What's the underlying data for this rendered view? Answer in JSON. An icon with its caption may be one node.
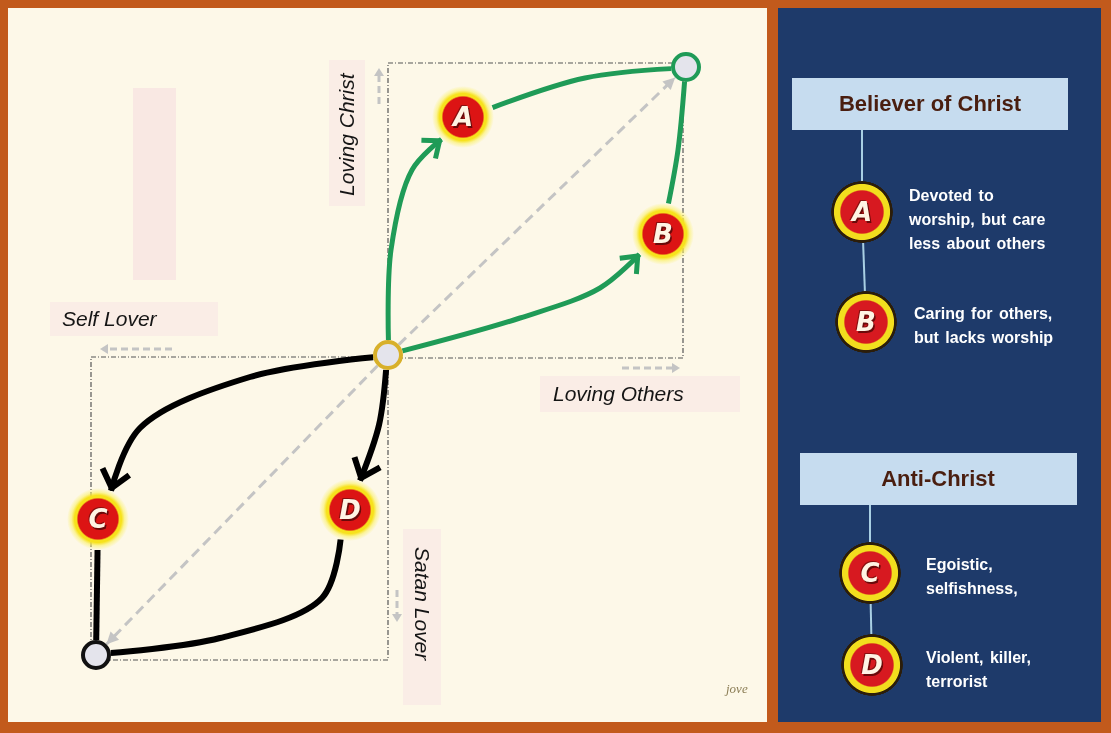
{
  "diagram": {
    "nodes": [
      {
        "text": [],
        "shape": "circle"
      },
      {
        "text": [
          "A"
        ]
      },
      {
        "text": [
          "B"
        ]
      },
      {
        "text": [],
        "shape": "circle"
      },
      {
        "text": [
          "C"
        ]
      },
      {
        "text": [
          "D"
        ]
      },
      {
        "text": [],
        "shape": "circle"
      },
      {
        "text": [
          "Believer of Christ"
        ]
      },
      {
        "text": [
          "A"
        ],
        "beside": [
          "Devoted to worship, but care less about others"
        ]
      },
      {
        "text": [
          "B"
        ],
        "beside": [
          "Caring for others, but lacks worship"
        ]
      },
      {
        "text": [
          "Anti-Christ"
        ]
      },
      {
        "text": [
          "C"
        ],
        "beside": [
          "Egoistic, selfishness,"
        ]
      },
      {
        "text": [
          "D"
        ],
        "beside": [
          "Violent, killer, terrorist"
        ]
      }
    ],
    "edges": [
      {
        "from": 0,
        "to": 1,
        "arrow": "to",
        "color": "#1f9b57"
      },
      {
        "from": 1,
        "to": 3,
        "arrow": "none",
        "color": "#1f9b57"
      },
      {
        "from": 0,
        "to": 2,
        "arrow": "to",
        "color": "#1f9b57"
      },
      {
        "from": 2,
        "to": 3,
        "arrow": "none",
        "color": "#1f9b57"
      },
      {
        "from": 0,
        "to": 4,
        "arrow": "to",
        "color": "#000000"
      },
      {
        "from": 4,
        "to": 6,
        "arrow": "none",
        "color": "#000000"
      },
      {
        "from": 0,
        "to": 5,
        "arrow": "to",
        "color": "#000000"
      },
      {
        "from": 5,
        "to": 6,
        "arrow": "none",
        "color": "#000000"
      },
      {
        "from": 0,
        "to": 3,
        "arrow": "to",
        "style": "dashed",
        "color": "#c4c4c4"
      },
      {
        "from": 0,
        "to": 6,
        "arrow": "to",
        "style": "dashed",
        "color": "#c4c4c4"
      },
      {
        "from": 7,
        "to": 8,
        "arrow": "none",
        "color": "#a9cfe3"
      },
      {
        "from": 8,
        "to": 9,
        "arrow": "none",
        "color": "#a9cfe3"
      },
      {
        "from": 10,
        "to": 11,
        "arrow": "none",
        "color": "#a9cfe3"
      },
      {
        "from": 11,
        "to": 12,
        "arrow": "none",
        "color": "#a9cfe3"
      }
    ],
    "labels": [
      "Loving Christ",
      "Self Lover",
      "Loving Others",
      "Satan Lover",
      "jove"
    ]
  }
}
